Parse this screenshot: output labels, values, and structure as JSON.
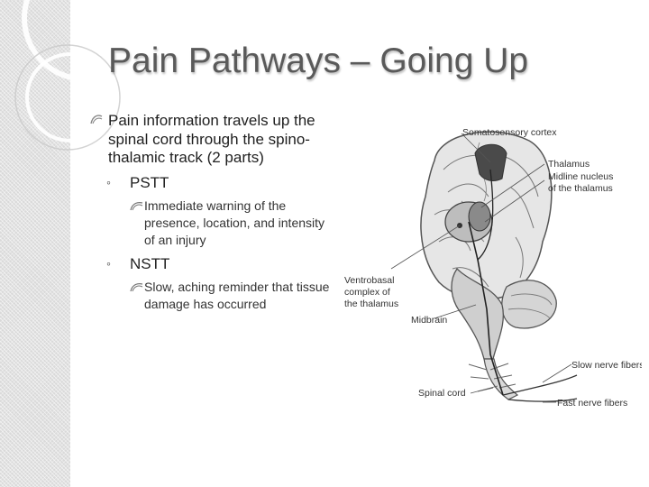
{
  "slide": {
    "title": "Pain Pathways – Going Up",
    "bullet": "Pain information travels up the spinal cord through the spino-thalamic track (2 parts)",
    "sub": [
      {
        "label": "PSTT",
        "detail": "Immediate warning of the presence, location, and intensity of an injury"
      },
      {
        "label": "NSTT",
        "detail": "Slow, aching reminder that tissue damage has occurred"
      }
    ]
  },
  "figure": {
    "labels": {
      "somatosensory": "Somatosensory cortex",
      "thalamus": "Thalamus",
      "midline1": "Midline nucleus",
      "midline2": "of the thalamus",
      "ventro1": "Ventrobasal",
      "ventro2": "complex of",
      "ventro3": "the thalamus",
      "midbrain": "Midbrain",
      "slow": "Slow nerve fibers",
      "spinal": "Spinal cord",
      "fast": "Fast nerve fibers"
    }
  }
}
